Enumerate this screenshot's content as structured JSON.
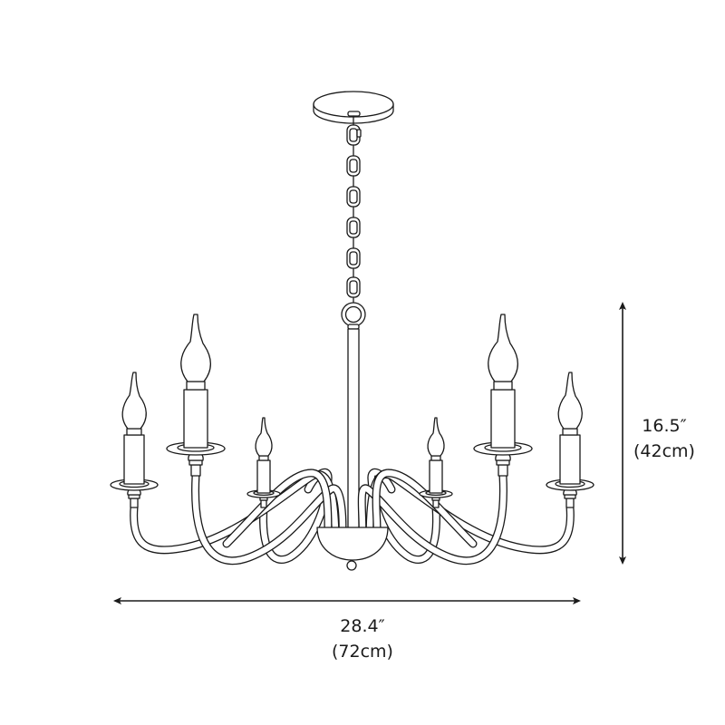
{
  "diagram": {
    "subject": "six-arm candle chandelier line drawing",
    "parts": [
      "ceiling-canopy",
      "chain",
      "ring",
      "center-rod",
      "center-bowl",
      "finial",
      "candle-arms"
    ],
    "candle_count": 6,
    "chain_link_count": 6,
    "line_color": "#1a1a1a",
    "background_color": "#ffffff"
  },
  "dimensions": {
    "height": {
      "imperial": "16.5″",
      "metric": "(42cm)"
    },
    "width": {
      "imperial": "28.4″",
      "metric": "(72cm)"
    }
  }
}
